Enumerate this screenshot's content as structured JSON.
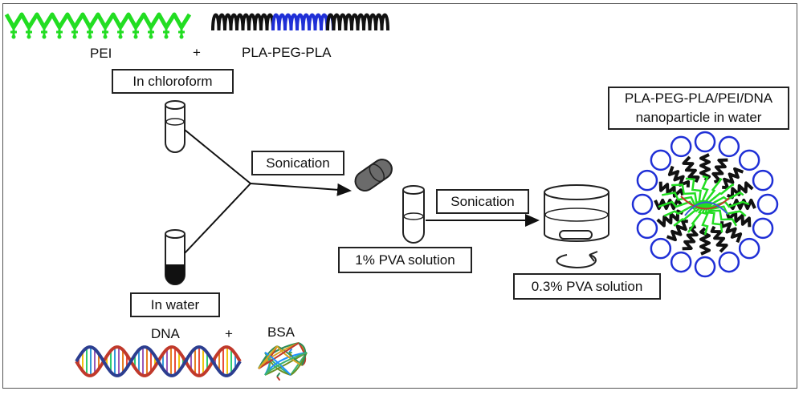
{
  "labels": {
    "pei": "PEI",
    "plus_top": "+",
    "pla_peg_pla": "PLA-PEG-PLA",
    "dna": "DNA",
    "plus_bottom": "+",
    "bsa": "BSA"
  },
  "boxes": {
    "in_chloroform": "In chloroform",
    "in_water": "In water",
    "sonication_1": "Sonication",
    "sonication_2": "Sonication",
    "pva_1pct": "1% PVA solution",
    "pva_03pct": "0.3% PVA solution",
    "nanoparticle_line1": "PLA-PEG-PLA/PEI/DNA",
    "nanoparticle_line2": "nanoparticle in water"
  },
  "colors": {
    "pei_green": "#22dd22",
    "peg_blue": "#1f2fd6",
    "pla_black": "#111111",
    "dark_gray": "#6b6b6b",
    "line": "#111111"
  }
}
